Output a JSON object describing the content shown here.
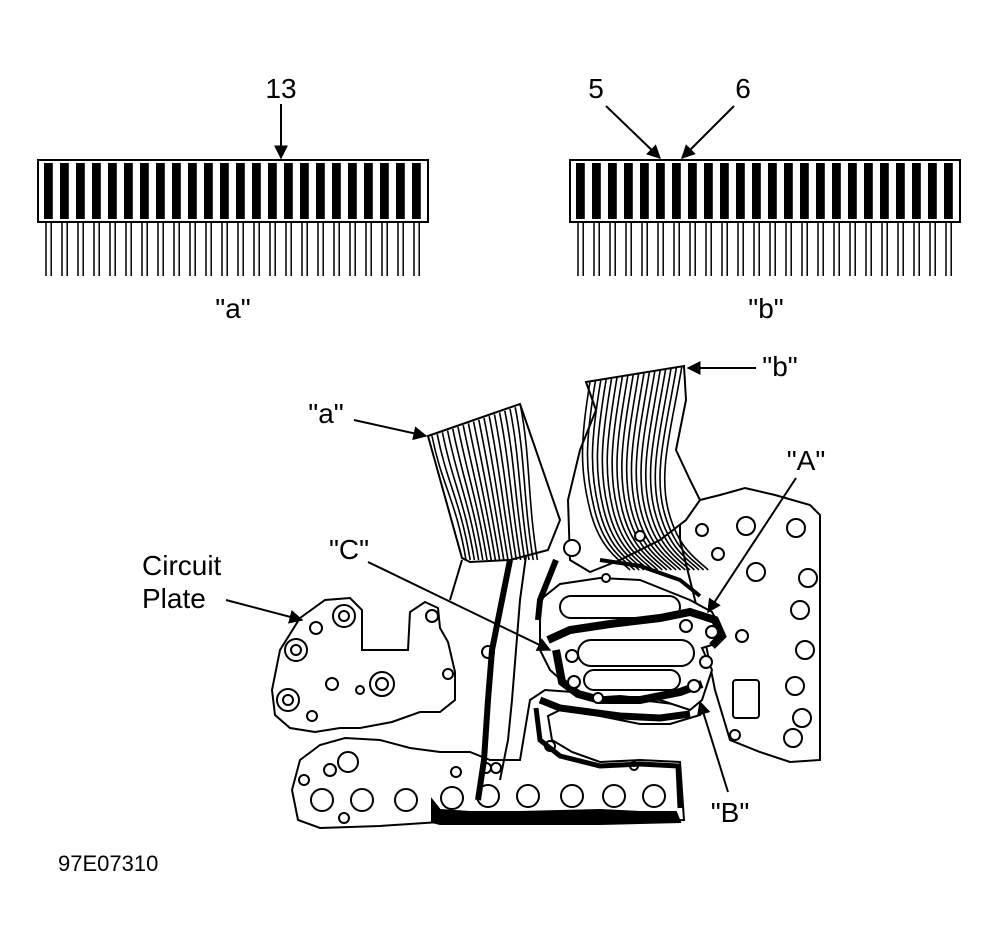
{
  "connector_a": {
    "callout": "13",
    "label": "\"a\""
  },
  "connector_b": {
    "callout_left": "5",
    "callout_right": "6",
    "label": "\"b\""
  },
  "assembly": {
    "label_a": "\"a\"",
    "label_b": "\"b\"",
    "label_A": "\"A\"",
    "label_B": "\"B\"",
    "label_C": "\"C\"",
    "circuit_plate_line1": "Circuit",
    "circuit_plate_line2": "Plate"
  },
  "figure_id": "97E07310"
}
